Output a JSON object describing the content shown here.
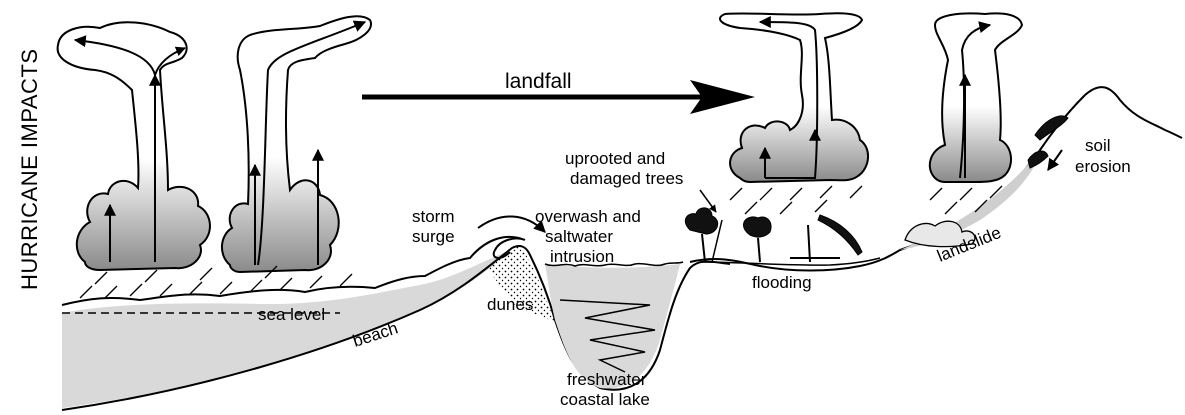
{
  "diagram": {
    "side_title": "HURRICANE IMPACTS",
    "labels": {
      "landfall": "landfall",
      "storm_surge_1": "storm",
      "storm_surge_2": "surge",
      "overwash_1": "overwash and",
      "overwash_2": "saltwater",
      "overwash_3": "intrusion",
      "trees_1": "uprooted and",
      "trees_2": "damaged trees",
      "soil_1": "soil",
      "soil_2": "erosion",
      "sea_level": "sea level",
      "beach": "beach",
      "dunes": "dunes",
      "lake_1": "freshwater",
      "lake_2": "coastal lake",
      "flooding": "flooding",
      "landslide": "landslide"
    }
  }
}
